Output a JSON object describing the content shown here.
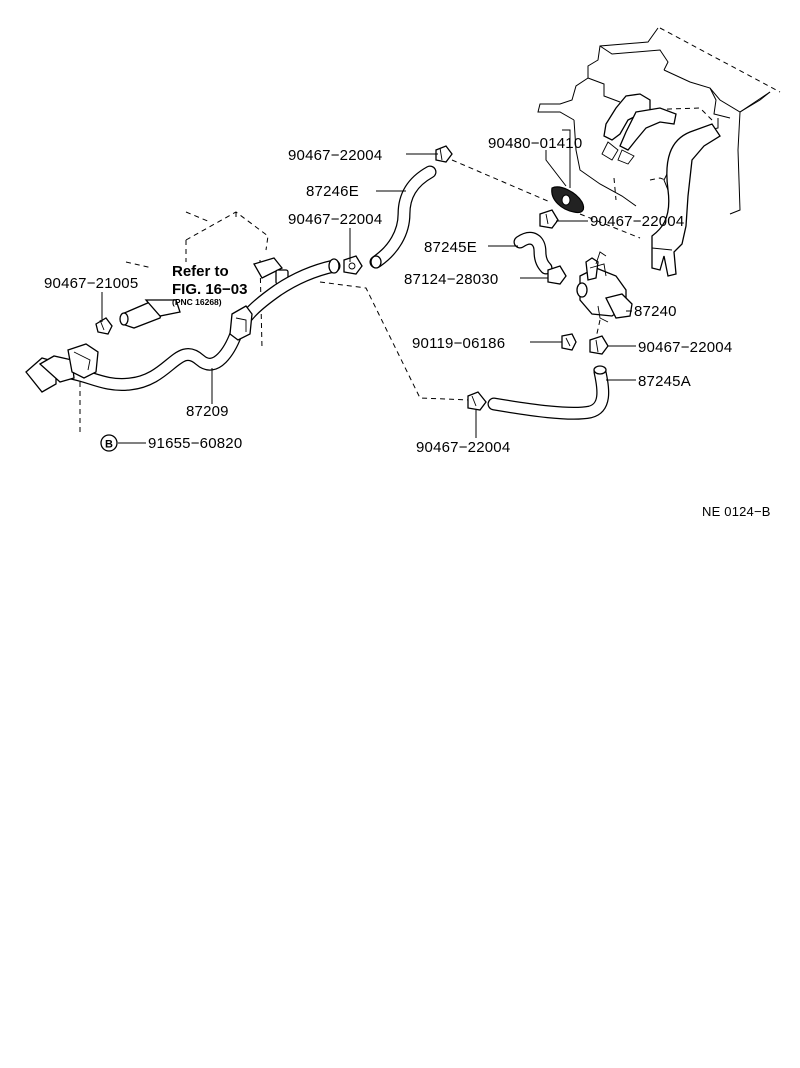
{
  "labels": {
    "p_90467_22004_top": "90467−22004",
    "p_87246E": "87246E",
    "p_90467_22004_mid": "90467−22004",
    "p_90480_01410": "90480−01410",
    "p_90467_22004_right": "90467−22004",
    "p_87245E": "87245E",
    "p_87124_28030": "87124−28030",
    "p_87240": "87240",
    "p_90119_06186": "90119−06186",
    "p_90467_22004_valve": "90467−22004",
    "p_87245A": "87245A",
    "p_90467_22004_bottom": "90467−22004",
    "p_90467_21005": "90467−21005",
    "p_87209": "87209",
    "p_91655_60820": "91655−60820",
    "bolt_marker": "B",
    "refer_line1": "Refer to",
    "refer_line2": "FIG. 16−03",
    "refer_pnc": "(PNC 16268)",
    "figure_code": "NE 0124−B"
  }
}
